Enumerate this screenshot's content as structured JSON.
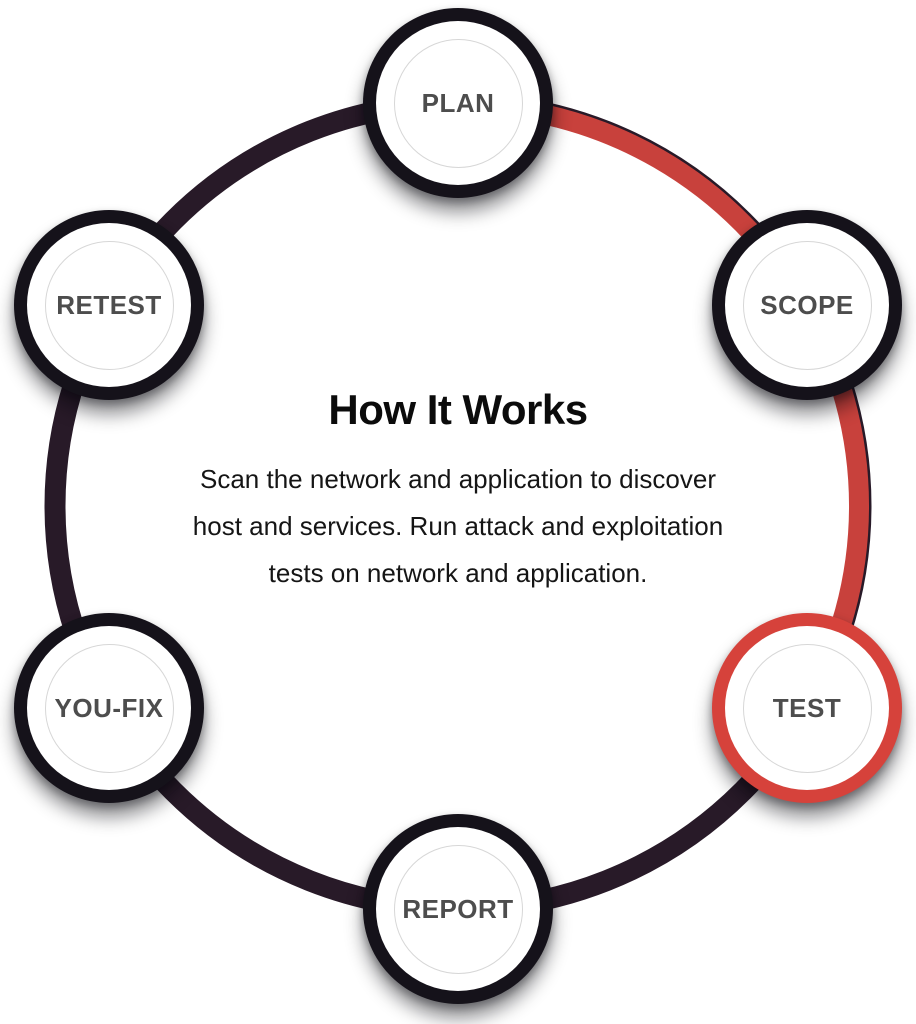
{
  "title": "How It Works",
  "description": "Scan the network and application to discover host and services. Run attack and exploitation tests on network and application.",
  "nodes": [
    {
      "label": "PLAN",
      "state": "default"
    },
    {
      "label": "SCOPE",
      "state": "default"
    },
    {
      "label": "TEST",
      "state": "active"
    },
    {
      "label": "REPORT",
      "state": "default"
    },
    {
      "label": "YOU-FIX",
      "state": "default"
    },
    {
      "label": "RETEST",
      "state": "default"
    }
  ],
  "colors": {
    "ring_dark": "#281a28",
    "ring_red": "#c8413c",
    "node_ring_dark": "#15121a",
    "node_ring_red": "#d6423b",
    "label_color": "#4d4d4d",
    "title_color": "#0b0b0b",
    "body_color": "#151515",
    "inner_circle_stroke": "#d7d7d7"
  }
}
